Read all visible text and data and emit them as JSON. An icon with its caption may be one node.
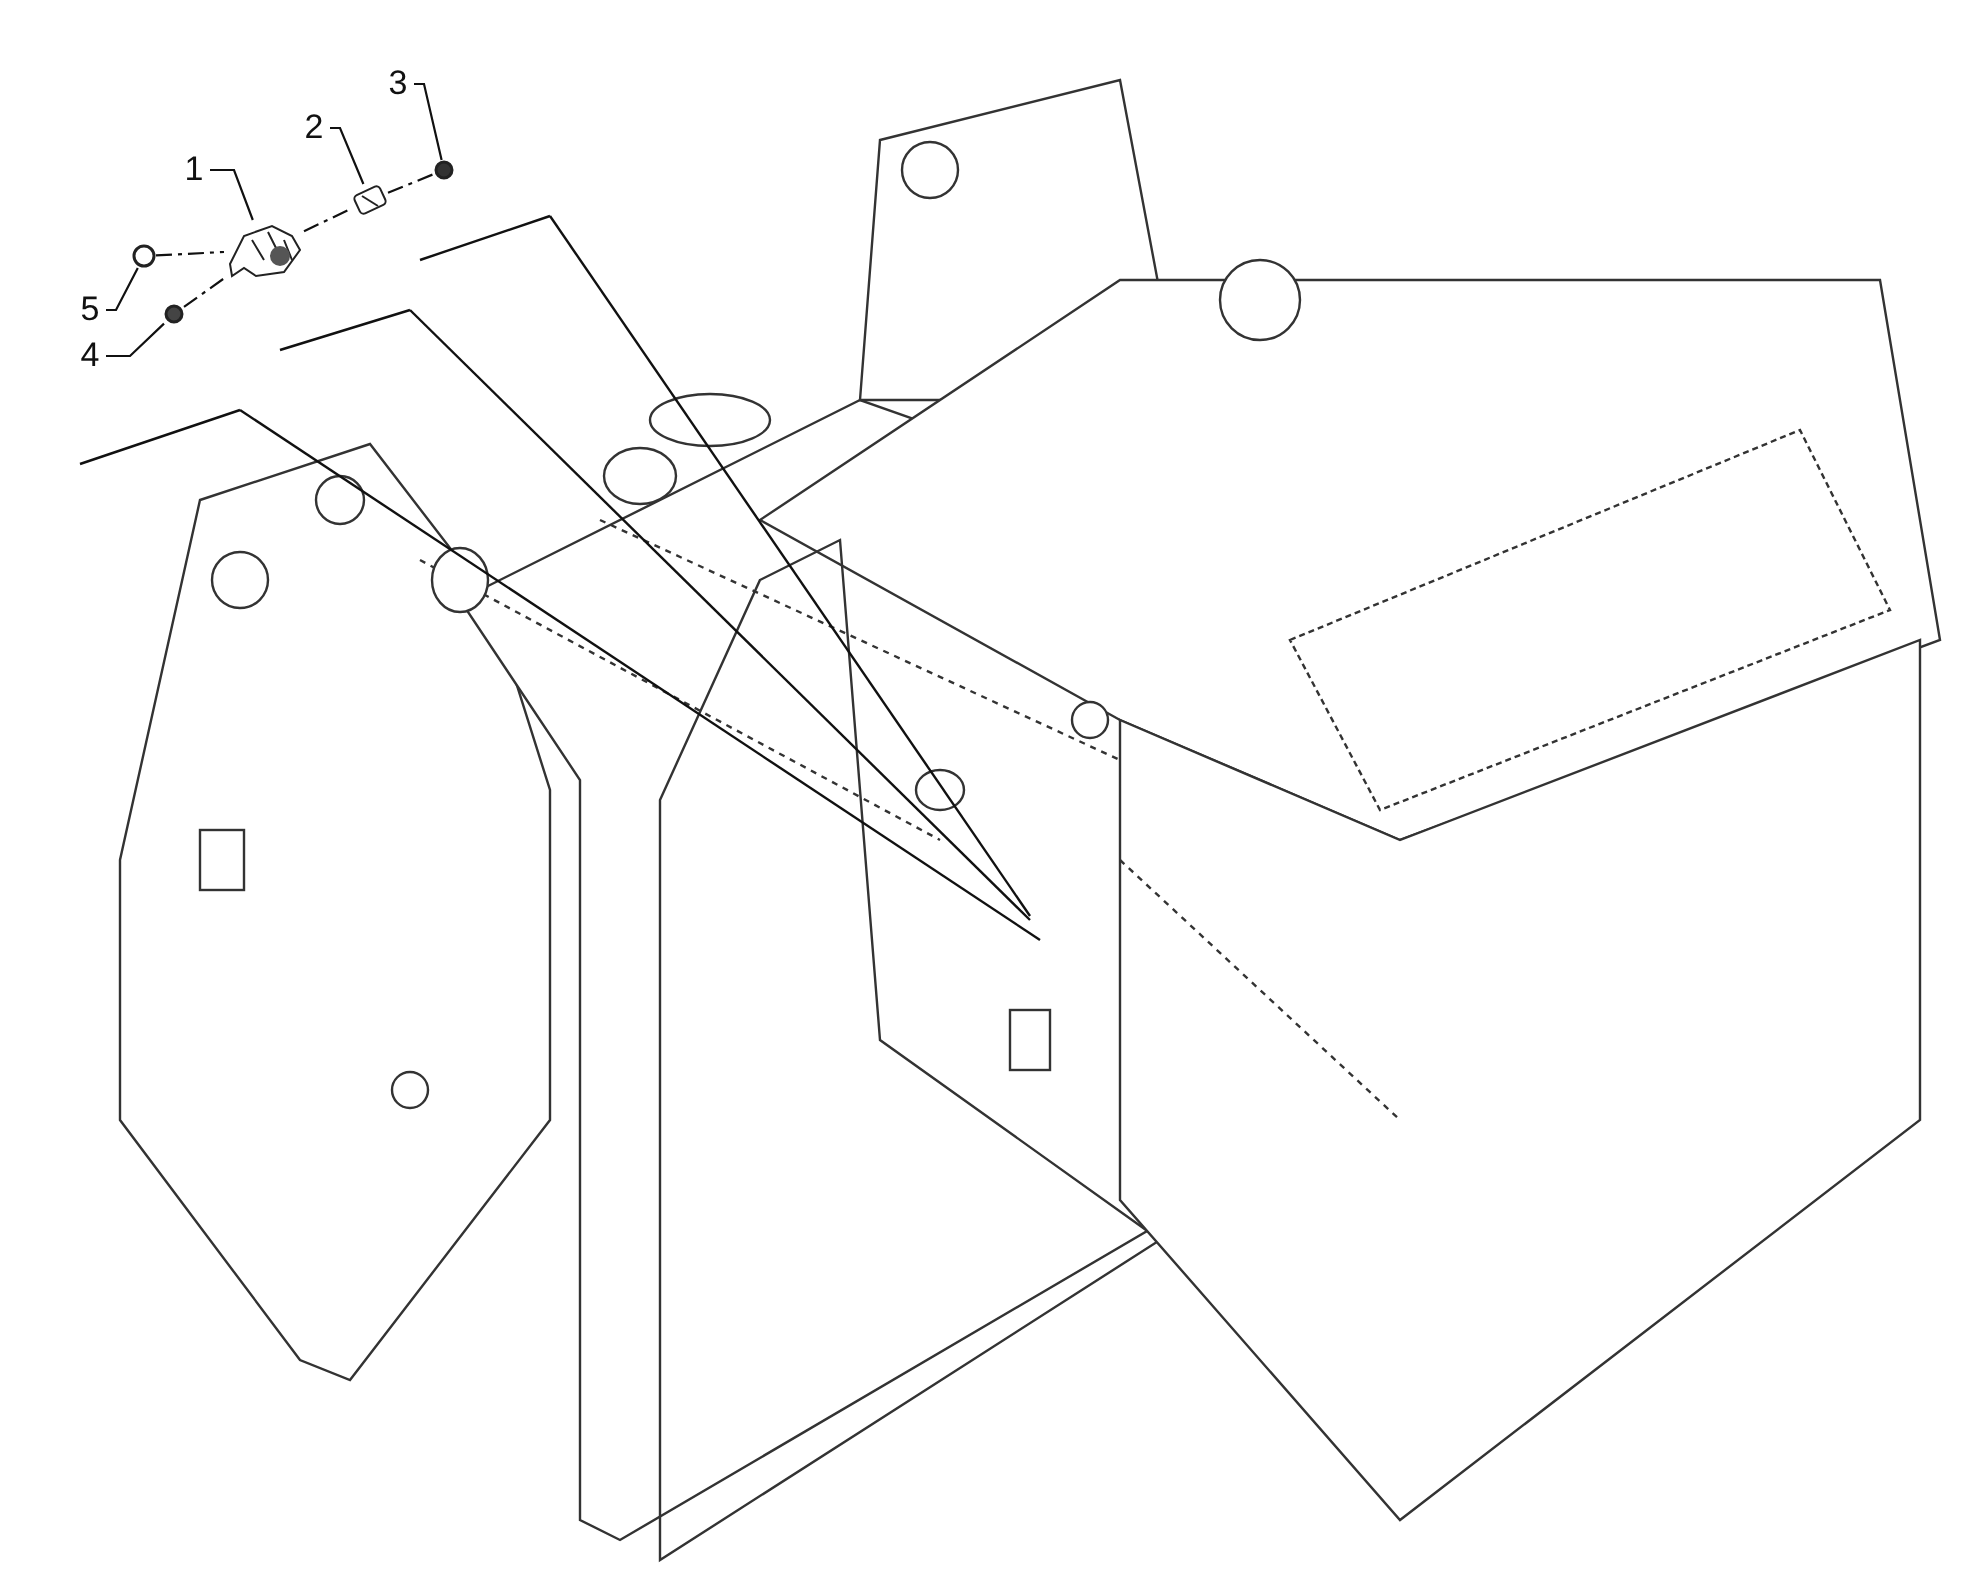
{
  "diagram": {
    "nodes": [
      {
        "text": [
          "1"
        ]
      },
      {
        "text": [
          "2"
        ]
      },
      {
        "text": [
          "3"
        ]
      },
      {
        "text": [
          "5"
        ]
      },
      {
        "text": [
          "4"
        ]
      },
      {
        "text": [],
        "shape": "picture"
      },
      {
        "text": [],
        "shape": "picture"
      },
      {
        "text": [],
        "shape": "circle"
      },
      {
        "text": [],
        "shape": "circle"
      },
      {
        "text": [],
        "shape": "circle"
      }
    ],
    "edges": [
      {
        "from": 0,
        "to": 5,
        "arrow": "none"
      },
      {
        "from": 1,
        "to": 6,
        "arrow": "none"
      },
      {
        "from": 2,
        "to": 7,
        "arrow": "none"
      },
      {
        "from": 3,
        "to": 8,
        "arrow": "none"
      },
      {
        "from": 4,
        "to": 9,
        "arrow": "none"
      },
      {
        "from": 8,
        "to": 5,
        "arrow": "none",
        "style": "dashed"
      },
      {
        "from": 9,
        "to": 5,
        "arrow": "none",
        "style": "dashed"
      },
      {
        "from": 5,
        "to": 6,
        "arrow": "none",
        "style": "dashed"
      },
      {
        "from": 6,
        "to": 7,
        "arrow": "none",
        "style": "dashed"
      }
    ]
  }
}
